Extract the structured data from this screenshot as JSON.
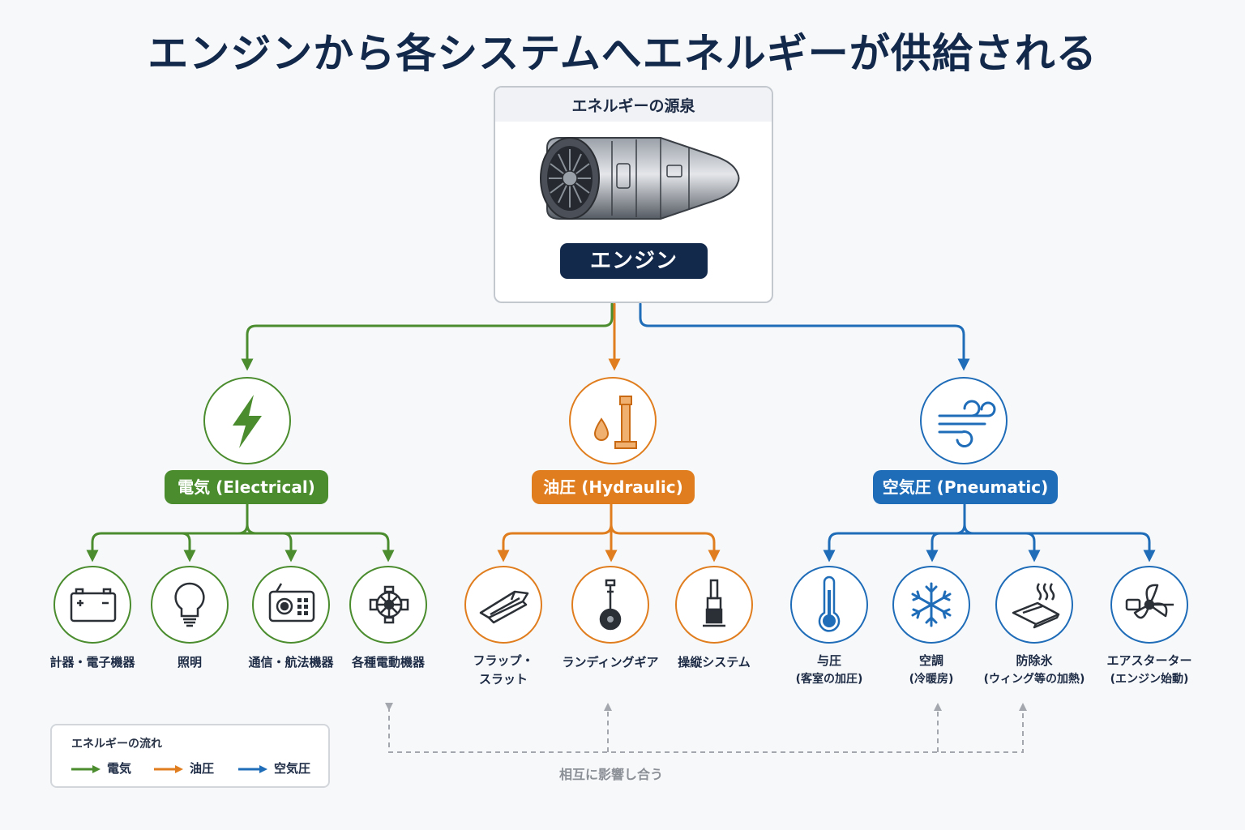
{
  "title": "エンジンから各システムへエネルギーが供給される",
  "source": {
    "heading": "エネルギーの源泉",
    "engine_label": "エンジン",
    "icon": "jet-engine-illustration"
  },
  "categories": {
    "electrical": {
      "label": "電気 (Electrical)",
      "color": "#4a8c2e",
      "icon": "lightning-bolt-icon",
      "items": [
        {
          "label": "計器・電子機器",
          "icon": "battery-icon"
        },
        {
          "label": "照明",
          "icon": "light-bulb-icon"
        },
        {
          "label": "通信・航法機器",
          "icon": "radio-icon"
        },
        {
          "label": "各種電動機器",
          "icon": "electric-motor-icon"
        }
      ]
    },
    "hydraulic": {
      "label": "油圧 (Hydraulic)",
      "color": "#e07e1f",
      "icon": "hydraulic-cylinder-icon",
      "items": [
        {
          "label": "フラップ・",
          "label2": "スラット",
          "icon": "wing-flap-icon"
        },
        {
          "label": "ランディングギア",
          "icon": "landing-gear-icon"
        },
        {
          "label": "操縦システム",
          "icon": "actuator-icon"
        }
      ]
    },
    "pneumatic": {
      "label": "空気圧 (Pneumatic)",
      "color": "#1f6cb8",
      "icon": "wind-icon",
      "items": [
        {
          "label": "与圧",
          "label2": "(客室の加圧)",
          "icon": "thermometer-icon"
        },
        {
          "label": "空調",
          "label2": "(冷暖房)",
          "icon": "snowflake-icon"
        },
        {
          "label": "防除氷",
          "label2": "(ウィング等の加熱)",
          "icon": "heated-wing-icon"
        },
        {
          "label": "エアスターター",
          "label2": "(エンジン始動)",
          "icon": "air-starter-icon"
        }
      ]
    }
  },
  "legend": {
    "title": "エネルギーの流れ",
    "items": [
      {
        "label": "電気",
        "color": "#4a8c2e"
      },
      {
        "label": "油圧",
        "color": "#e07e1f"
      },
      {
        "label": "空気圧",
        "color": "#1f6cb8"
      }
    ]
  },
  "mutual_label": "相互に影響し合う"
}
